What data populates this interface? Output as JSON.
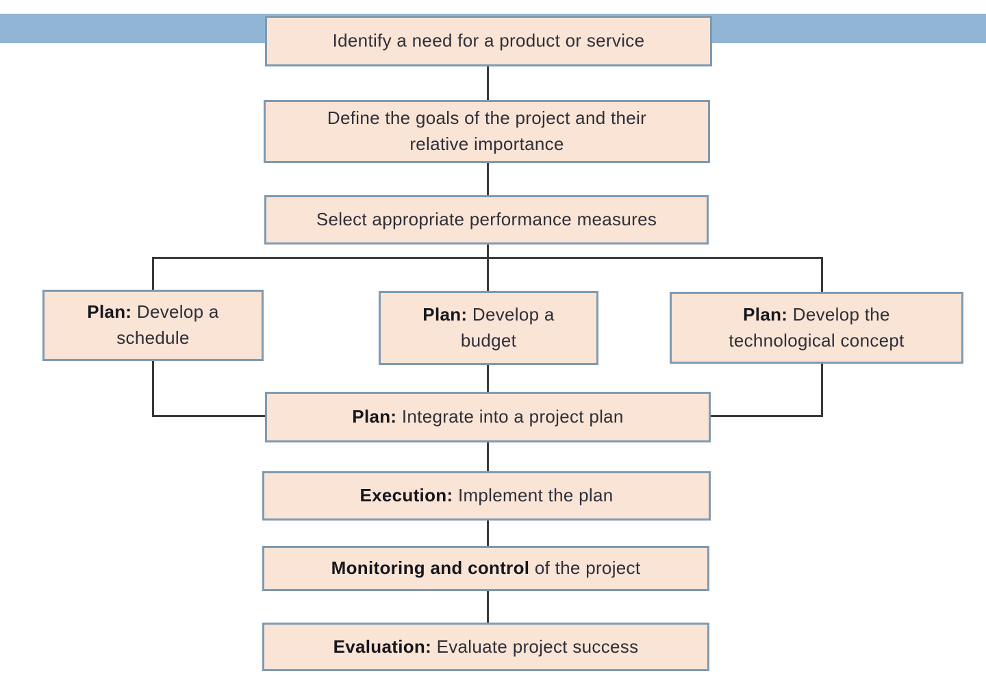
{
  "colors": {
    "background": "#ffffff",
    "band": "#91b5d5",
    "box_fill": "#f9e4d6",
    "box_border": "#7e9ab0",
    "connector": "#3a3a3a",
    "text": "#2f2f38",
    "text_bold": "#17171d"
  },
  "nodes": {
    "identify": {
      "b1": "",
      "t1": "Identify a need for a product or service"
    },
    "define": {
      "b1": "",
      "t1": "Define the goals of the project and their",
      "t2": "relative importance"
    },
    "select": {
      "b1": "",
      "t1": "Select appropriate performance measures"
    },
    "schedule": {
      "b1": "Plan:",
      "t1": " Develop a",
      "t2": "schedule"
    },
    "budget": {
      "b1": "Plan:",
      "t1": " Develop a",
      "t2": "budget"
    },
    "tech": {
      "b1": "Plan:",
      "t1": " Develop the",
      "t2": "technological concept"
    },
    "integrate": {
      "b1": "Plan:",
      "t1": " Integrate into a project plan"
    },
    "execution": {
      "b1": "Execution:",
      "t1": " Implement the plan"
    },
    "monitoring": {
      "b1": "Monitoring and control",
      "t1": " of the project"
    },
    "evaluation": {
      "b1": "Evaluation:",
      "t1": " Evaluate project success"
    }
  },
  "edges": [
    [
      "identify",
      "define"
    ],
    [
      "define",
      "select"
    ],
    [
      "select",
      "schedule"
    ],
    [
      "select",
      "budget"
    ],
    [
      "select",
      "tech"
    ],
    [
      "schedule",
      "integrate"
    ],
    [
      "budget",
      "integrate"
    ],
    [
      "tech",
      "integrate"
    ],
    [
      "integrate",
      "execution"
    ],
    [
      "execution",
      "monitoring"
    ],
    [
      "monitoring",
      "evaluation"
    ]
  ]
}
